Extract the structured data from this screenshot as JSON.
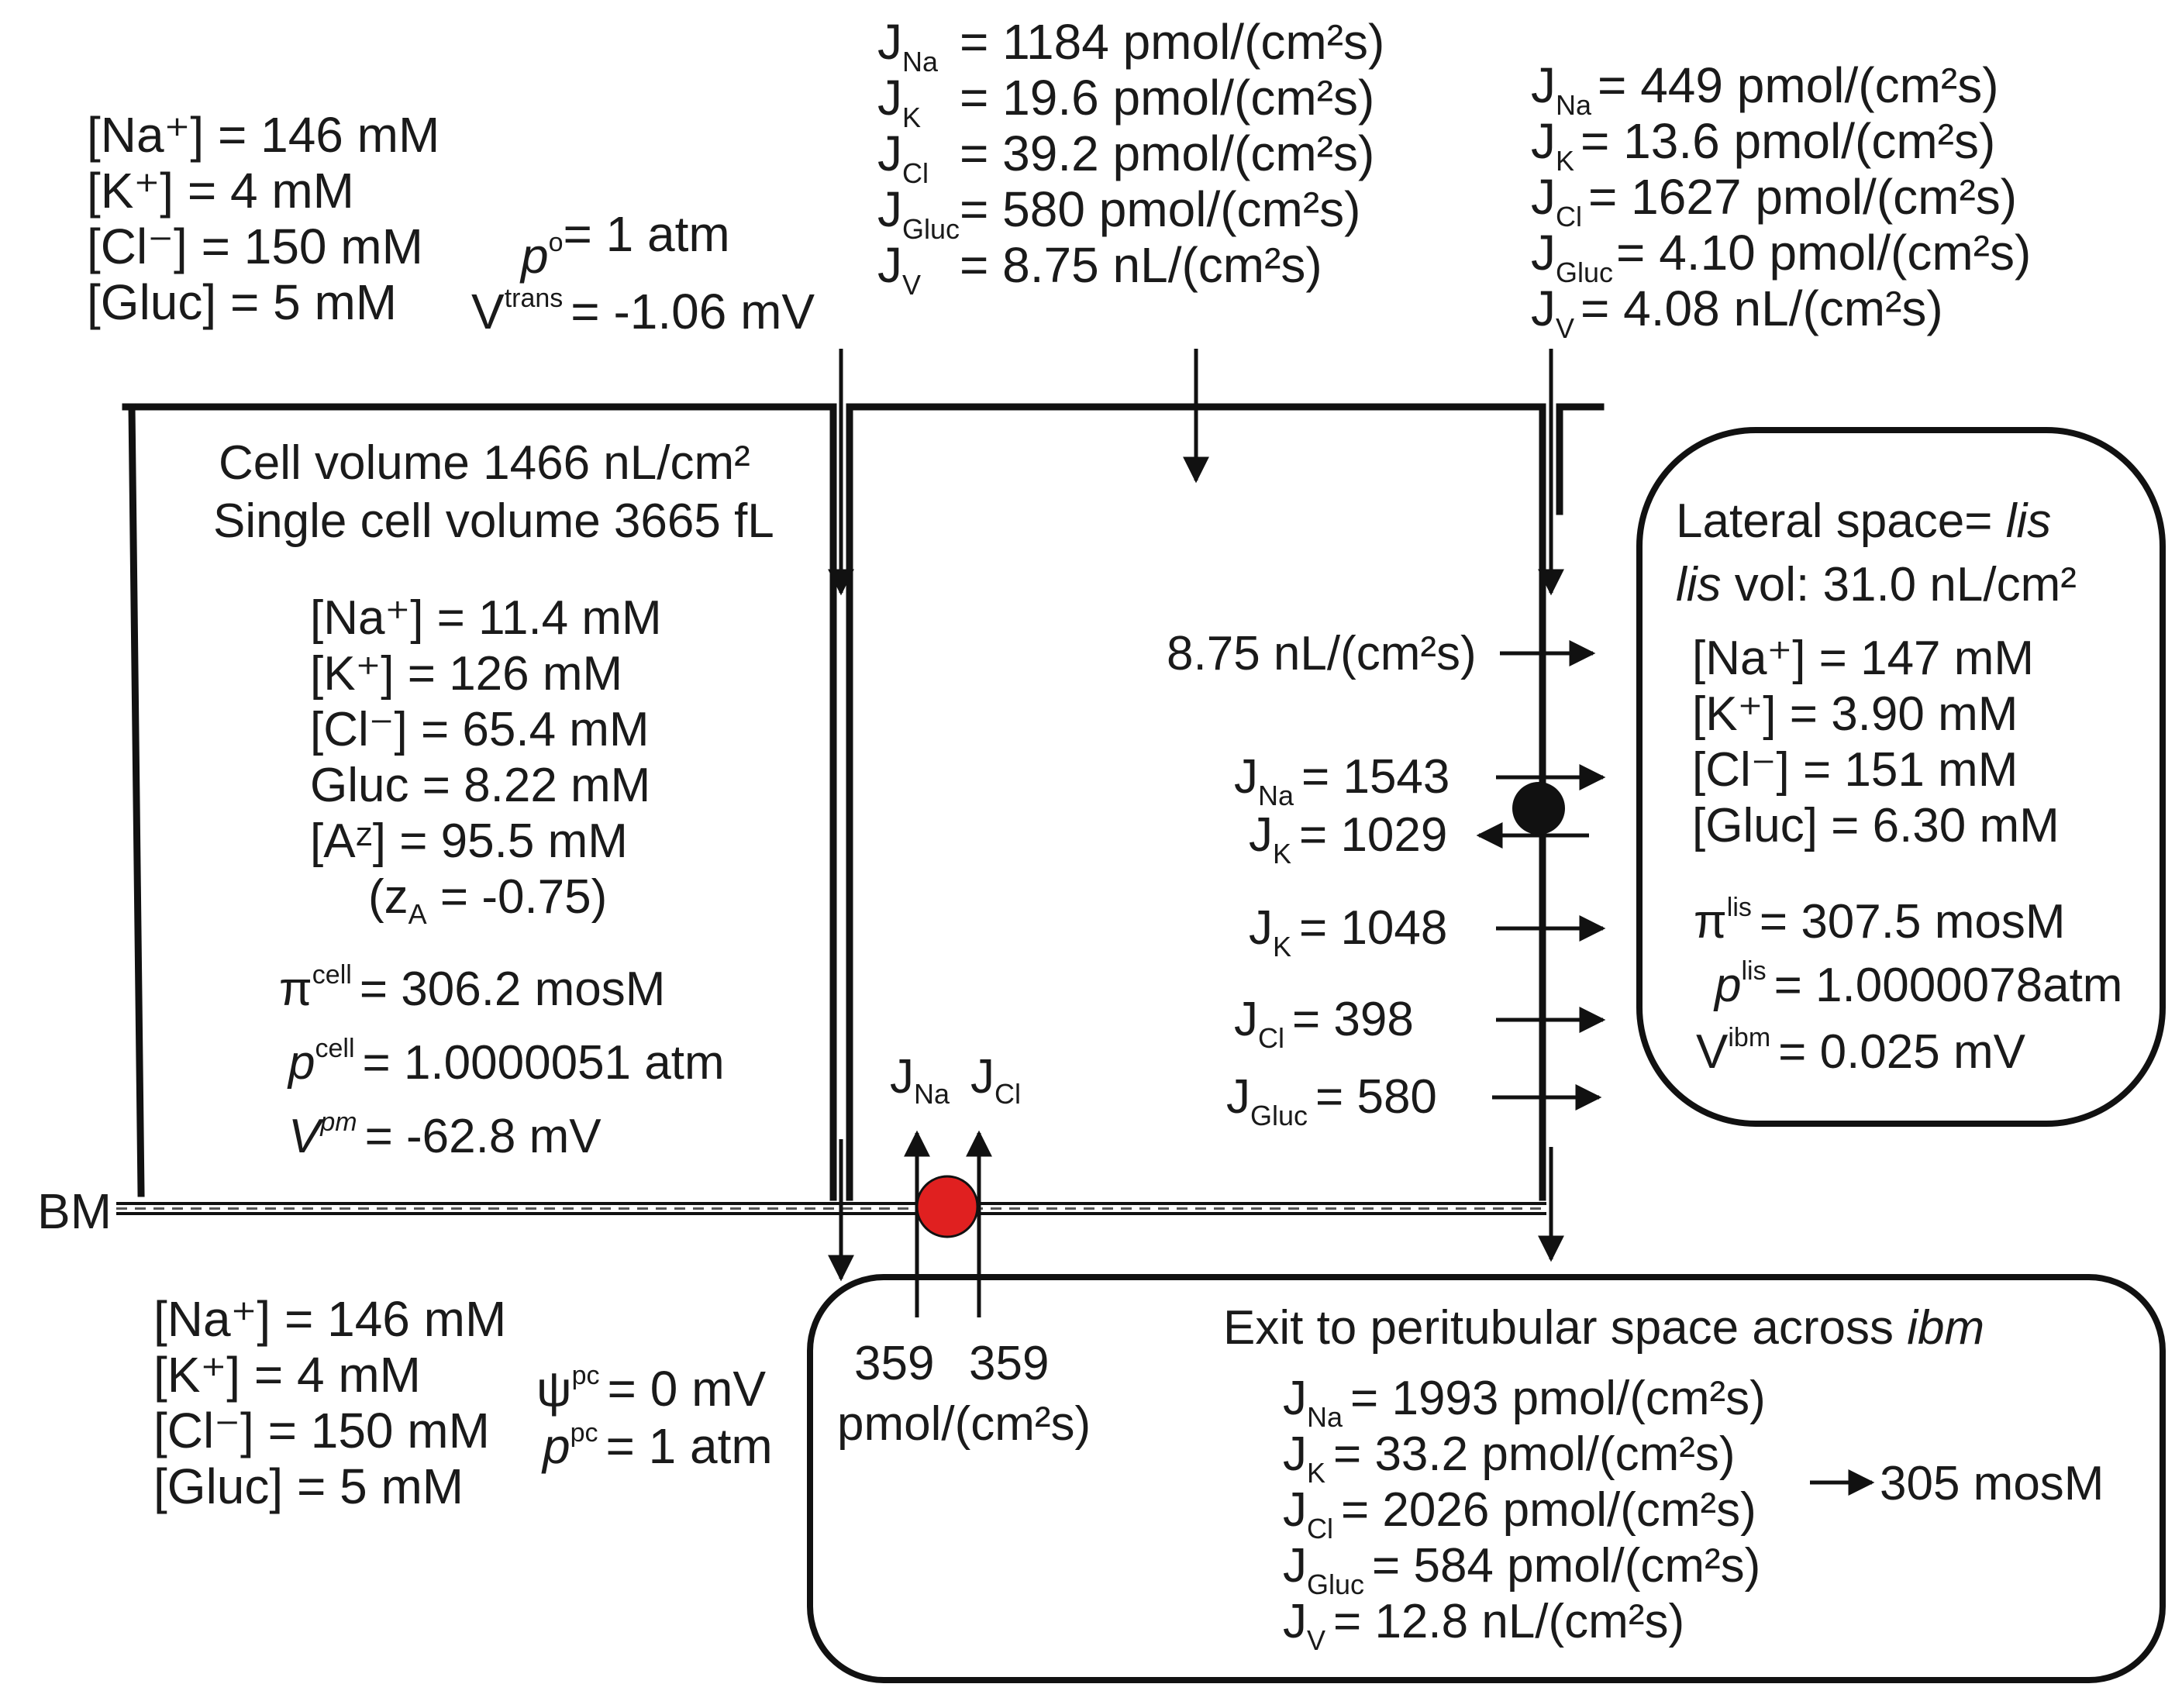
{
  "lumen": {
    "na": "[Na⁺] = 146 mM",
    "k": "[K⁺]  =    4 mM",
    "cl": "[Cl⁻]  = 150 mM",
    "gluc": "[Gluc] =   5 mM",
    "p_label": "p",
    "p_sup": "o",
    "p_value": "= 1 atm",
    "v_label": "V",
    "v_sup": "trans",
    "v_value": "= -1.06 mV"
  },
  "apical_fluxes": [
    {
      "sym": "J",
      "sub": "Na",
      "value": "=   1184 pmol/(cm²s)"
    },
    {
      "sym": "J",
      "sub": "K",
      "value": "=   19.6 pmol/(cm²s)"
    },
    {
      "sym": "J",
      "sub": "Cl",
      "value": "=   39.2 pmol/(cm²s)"
    },
    {
      "sym": "J",
      "sub": "Gluc",
      "value": "=   580 pmol/(cm²s)"
    },
    {
      "sym": "J",
      "sub": "V",
      "value": "=   8.75 nL/(cm²s)"
    }
  ],
  "junction_fluxes": [
    {
      "sym": "J",
      "sub": "Na",
      "value": "= 449   pmol/(cm²s)"
    },
    {
      "sym": "J",
      "sub": "K",
      "value": "= 13.6   pmol/(cm²s)"
    },
    {
      "sym": "J",
      "sub": "Cl",
      "value": "= 1627 pmol/(cm²s)"
    },
    {
      "sym": "J",
      "sub": "Gluc",
      "value": "= 4.10 pmol/(cm²s)"
    },
    {
      "sym": "J",
      "sub": "V",
      "value": "= 4.08  nL/(cm²s)"
    }
  ],
  "cell": {
    "volume": "Cell volume 1466 nL/cm²",
    "single_volume": "Single cell volume 3665 fL",
    "na": "[Na⁺] =  11.4  mM",
    "k": "[K⁺]   = 126    mM",
    "cl": "[Cl⁻]  =  65.4  mM",
    "gluc": "Gluc =  8.22  mM",
    "a": "[Aᶻ]   =  95.5    mM",
    "za": "(z",
    "za_sub": "A",
    "za_value": " = -0.75)",
    "pi_label": "π",
    "pi_sup": "cell",
    "pi_value": "= 306.2 mosM",
    "p_label": "p",
    "p_sup": "cell",
    "p_value": "= 1.0000051 atm",
    "v_label": "V",
    "v_sup": "pm",
    "v_value": "= -62.8 mV"
  },
  "lateral_membrane": {
    "jv": "8.75 nL/(cm²s)",
    "fluxes": [
      {
        "sym": "J",
        "sub": "Na",
        "value": "= 1543"
      },
      {
        "sym": "J",
        "sub": "K",
        "value": "= 1029"
      },
      {
        "sym": "J",
        "sub": "K",
        "value": "= 1048"
      },
      {
        "sym": "J",
        "sub": "Cl",
        "value": "=   398"
      },
      {
        "sym": "J",
        "sub": "Gluc",
        "value": "=  580"
      }
    ]
  },
  "lis": {
    "title_pre": "Lateral space= ",
    "title_italic": "lis",
    "vol_italic": "lis",
    "vol_rest": " vol: 31.0 nL/cm²",
    "na": "[Na⁺]  =  147 mM",
    "k": "[K⁺]    = 3.90 mM",
    "cl": "[Cl⁻]    = 151 mM",
    "gluc": "[Gluc] = 6.30 mM",
    "pi_label": "π",
    "pi_sup": "lis",
    "pi_value": "= 307.5 mosM",
    "p_label": "p",
    "p_sup": "lis",
    "p_value": "= 1.0000078atm",
    "v_label": "V",
    "v_sup": "ibm",
    "v_value": "= 0.025 mV"
  },
  "basement": {
    "bm": "BM",
    "pump_sym1": "J",
    "pump_sub1": "Na",
    "pump_sym2": "J",
    "pump_sub2": "Cl",
    "pump_value1": "359",
    "pump_value2": "359",
    "pump_units": "pmol/(cm²s)"
  },
  "peritubular": {
    "na": "[Na⁺] = 146 mM",
    "k": "[K⁺]  =    4 mM",
    "cl": "[Cl⁻]  = 150 mM",
    "gluc": "[Gluc] =   5 mM",
    "psi_label": "ψ",
    "psi_sup": "pc",
    "psi_value": "= 0 mV",
    "p_label": "p",
    "p_sup": "pc",
    "p_value": "= 1 atm"
  },
  "exit": {
    "title_pre": "Exit to peritubular space across ",
    "title_italic": "ibm",
    "fluxes": [
      {
        "sym": "J",
        "sub": "Na",
        "value": "= 1993 pmol/(cm²s)"
      },
      {
        "sym": "J",
        "sub": "K",
        "value": "=  33.2 pmol/(cm²s)"
      },
      {
        "sym": "J",
        "sub": "Cl",
        "value": "=  2026 pmol/(cm²s)"
      },
      {
        "sym": "J",
        "sub": "Gluc",
        "value": "=  584 pmol/(cm²s)"
      },
      {
        "sym": "J",
        "sub": "V",
        "value": "=  12.8 nL/(cm²s)"
      }
    ],
    "osm": "305 mosM"
  },
  "colors": {
    "line": "#111111",
    "pump": "#e02020",
    "cotransporter": "#111111"
  }
}
